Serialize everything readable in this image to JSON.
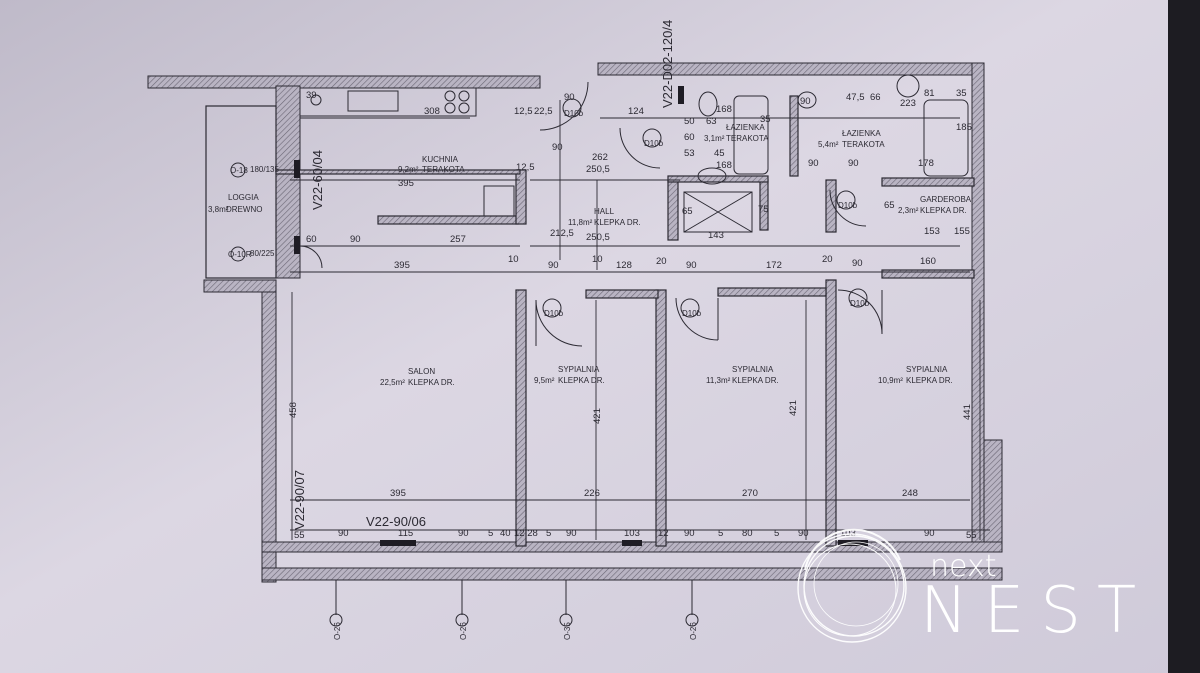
{
  "plan": {
    "sheet_tag": "V22-D02-120/4",
    "window_tags": [
      "V22-60/04",
      "V22-90/07",
      "V22-90/06"
    ],
    "rooms": [
      {
        "name": "KUCHNIA",
        "area": "9,2m²",
        "floor": "TERAKOTA"
      },
      {
        "name": "HALL",
        "area": "11,8m²",
        "floor": "KLEPKA DR."
      },
      {
        "name": "ŁAZIENKA",
        "area": "3,1m²",
        "floor": "TERAKOTA"
      },
      {
        "name": "ŁAZIENKA",
        "area": "5,4m²",
        "floor": "TERAKOTA"
      },
      {
        "name": "GARDEROBA",
        "area": "2,3m²",
        "floor": "KLEPKA DR."
      },
      {
        "name": "SALON",
        "area": "22,5m²",
        "floor": "KLEPKA DR."
      },
      {
        "name": "SYPIALNIA",
        "area": "9,5m²",
        "floor": "KLEPKA DR."
      },
      {
        "name": "SYPIALNIA",
        "area": "11,3m²",
        "floor": "KLEPKA DR."
      },
      {
        "name": "SYPIALNIA",
        "area": "10,9m²",
        "floor": "KLEPKA DR."
      },
      {
        "name": "LOGGIA",
        "area": "3,8m²",
        "floor": "DREWNO"
      }
    ],
    "dims_top": [
      "39",
      "308",
      "12,5",
      "22,5",
      "90",
      "124",
      "168",
      "63",
      "35",
      "90",
      "47,5",
      "66",
      "223",
      "81",
      "35"
    ],
    "dims_kitchen": [
      "395",
      "12,5",
      "250,5",
      "90",
      "262",
      "212,5",
      "90"
    ],
    "dims_hall_row": [
      "60",
      "90",
      "257",
      "250,5",
      "143",
      "153",
      "155"
    ],
    "dims_corridor": [
      "395",
      "10",
      "90",
      "10",
      "128",
      "20",
      "90",
      "172",
      "20",
      "90",
      "160"
    ],
    "dims_rooms": [
      "458",
      "421",
      "421",
      "441"
    ],
    "dims_bottom_row": [
      "395",
      "226",
      "270",
      "248"
    ],
    "dims_facade": [
      "55",
      "90",
      "115",
      "90",
      "5",
      "40",
      "12,28",
      "5",
      "90",
      "103",
      "12",
      "90",
      "5",
      "80",
      "5",
      "90",
      "103",
      "90",
      "55"
    ],
    "dims_bath": [
      "50",
      "60",
      "45",
      "53",
      "168",
      "90",
      "178",
      "65",
      "75",
      "65",
      "185"
    ],
    "door_tags": [
      "D10b",
      "D10b",
      "D10b",
      "D10b",
      "D10b",
      "D10b"
    ],
    "window_marks": [
      "O-18",
      "O-10R",
      "O-26",
      "O-26",
      "O-35",
      "O-26"
    ],
    "window_marks_sizes": [
      "180/135",
      "80/225"
    ]
  },
  "brand": {
    "top": "next",
    "bottom": "NEST",
    "color": "#ffffff"
  },
  "colors": {
    "paper": "#d8d3e0",
    "ink": "#2c2a33",
    "wall_hatch": "#8a8693",
    "background": "#1d1c22"
  }
}
